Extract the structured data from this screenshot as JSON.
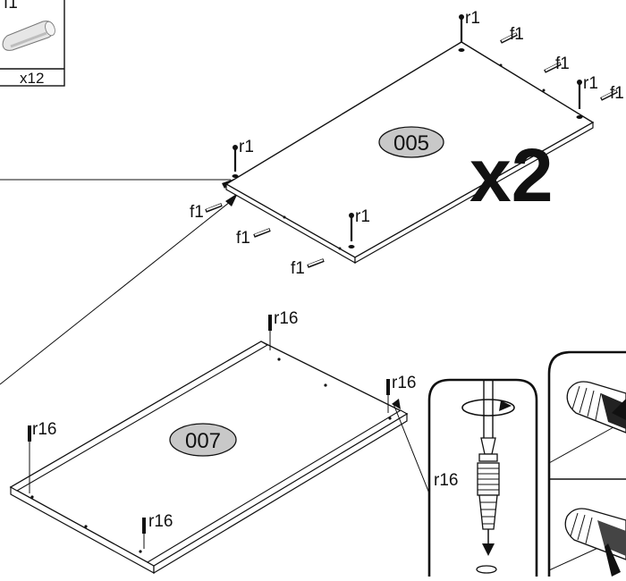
{
  "parts": {
    "f1_name": "f1",
    "f1_qty": "x12",
    "r1_name": "r1",
    "r16_name": "r16"
  },
  "panels": {
    "top_panel_id": "005",
    "top_panel_multiplier": "x2",
    "bottom_panel_id": "007"
  },
  "detail": {
    "screw_label": "r16"
  },
  "colors": {
    "ink": "#111111",
    "oval_fill": "#c8c8c8",
    "dowel_fill": "#e4e4e4"
  }
}
